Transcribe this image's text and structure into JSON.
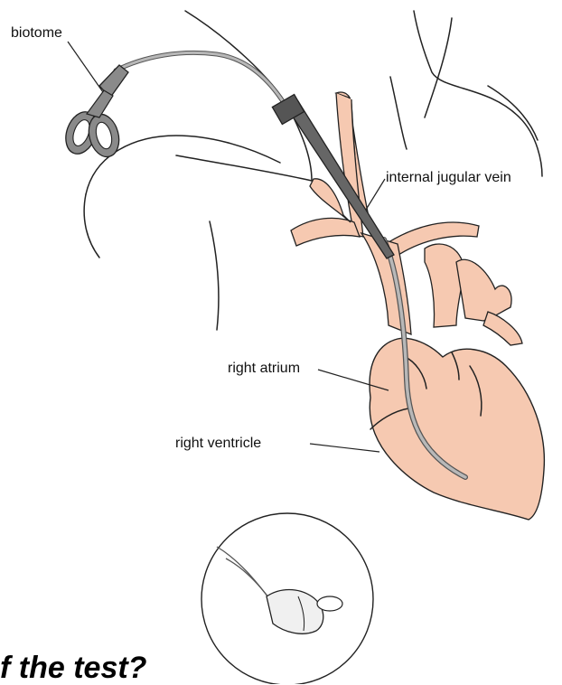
{
  "labels": {
    "biotome": "biotome",
    "internal_jugular_vein": "internal jugular vein",
    "right_atrium": "right atrium",
    "right_ventricle": "right ventricle"
  },
  "heading_fragment": "f the test?",
  "colors": {
    "heart_fill": "#f6c9b1",
    "instrument_grey": "#8a8a8a",
    "catheter_grey": "#b8b8b8",
    "outline": "#222222"
  },
  "icons": {
    "biotome": "scissor-forceps",
    "inset": "magnified-biotome-tip"
  }
}
